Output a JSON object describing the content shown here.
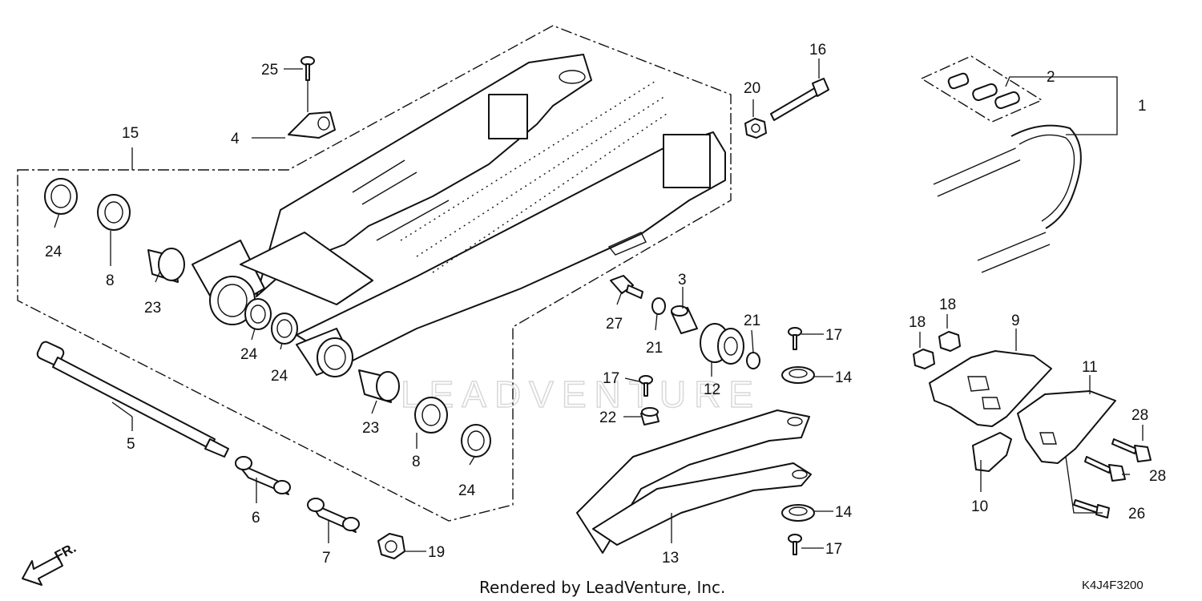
{
  "diagram": {
    "callouts": [
      {
        "id": "1",
        "label": "1"
      },
      {
        "id": "2",
        "label": "2"
      },
      {
        "id": "3",
        "label": "3"
      },
      {
        "id": "4",
        "label": "4"
      },
      {
        "id": "5",
        "label": "5"
      },
      {
        "id": "6",
        "label": "6"
      },
      {
        "id": "7",
        "label": "7"
      },
      {
        "id": "8a",
        "label": "8"
      },
      {
        "id": "8b",
        "label": "8"
      },
      {
        "id": "9",
        "label": "9"
      },
      {
        "id": "10",
        "label": "10"
      },
      {
        "id": "11",
        "label": "11"
      },
      {
        "id": "12",
        "label": "12"
      },
      {
        "id": "13",
        "label": "13"
      },
      {
        "id": "14a",
        "label": "14"
      },
      {
        "id": "14b",
        "label": "14"
      },
      {
        "id": "15",
        "label": "15"
      },
      {
        "id": "16",
        "label": "16"
      },
      {
        "id": "17a",
        "label": "17"
      },
      {
        "id": "17b",
        "label": "17"
      },
      {
        "id": "17c",
        "label": "17"
      },
      {
        "id": "18a",
        "label": "18"
      },
      {
        "id": "18b",
        "label": "18"
      },
      {
        "id": "19",
        "label": "19"
      },
      {
        "id": "20",
        "label": "20"
      },
      {
        "id": "21a",
        "label": "21"
      },
      {
        "id": "21b",
        "label": "21"
      },
      {
        "id": "22",
        "label": "22"
      },
      {
        "id": "23a",
        "label": "23"
      },
      {
        "id": "23b",
        "label": "23"
      },
      {
        "id": "24a",
        "label": "24"
      },
      {
        "id": "24b",
        "label": "24"
      },
      {
        "id": "24c",
        "label": "24"
      },
      {
        "id": "24d",
        "label": "24"
      },
      {
        "id": "25",
        "label": "25"
      },
      {
        "id": "26",
        "label": "26"
      },
      {
        "id": "27",
        "label": "27"
      },
      {
        "id": "28a",
        "label": "28"
      },
      {
        "id": "28b",
        "label": "28"
      }
    ],
    "direction_label": "FR.",
    "credit": "Rendered by LeadVenture, Inc.",
    "diagram_code": "K4J4F3200",
    "watermark": "LEADVENTURE"
  }
}
